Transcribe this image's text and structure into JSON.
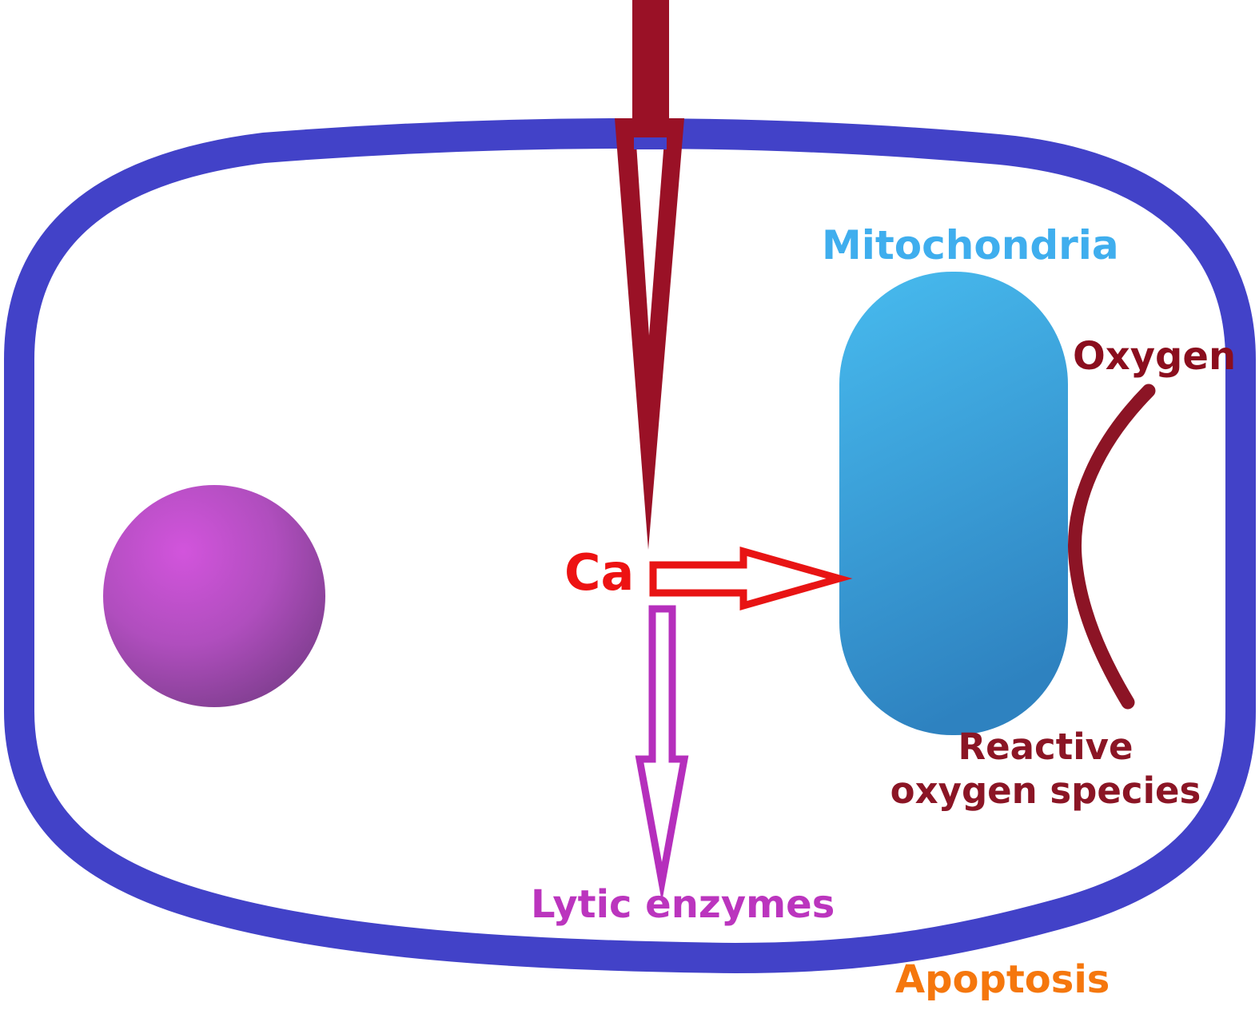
{
  "diagram_type": "cell-microinjection-apoptosis-schematic",
  "colors": {
    "background": "#FFFFFF",
    "membrane": "#4242C8",
    "needle": "#9A1126",
    "nucleus_highlight": "#D254DC",
    "nucleus_mid": "#B04EBE",
    "nucleus_edge": "#7C3D8C",
    "mito_top": "#47BAEE",
    "mito_bottom": "#2E82C0",
    "arrow_red": "#E81414",
    "arrow_magenta": "#B52FBC",
    "arrow_fill": "#FFFFFF",
    "ros_curve": "#8C1425"
  },
  "labels": {
    "mitochondria": {
      "text": "Mitochondria",
      "color": "#3FAEEE"
    },
    "oxygen": {
      "text": "Oxygen",
      "color": "#8B0E1E"
    },
    "calcium": {
      "text": "Ca",
      "color": "#ED1212"
    },
    "ros": {
      "line1": "Reactive",
      "line2": "oxygen species",
      "color": "#8B1525"
    },
    "lytic_enzymes": {
      "text": "Lytic enzymes",
      "color": "#BB35BE"
    },
    "apoptosis": {
      "text": "Apoptosis",
      "color": "#F5770D"
    }
  }
}
